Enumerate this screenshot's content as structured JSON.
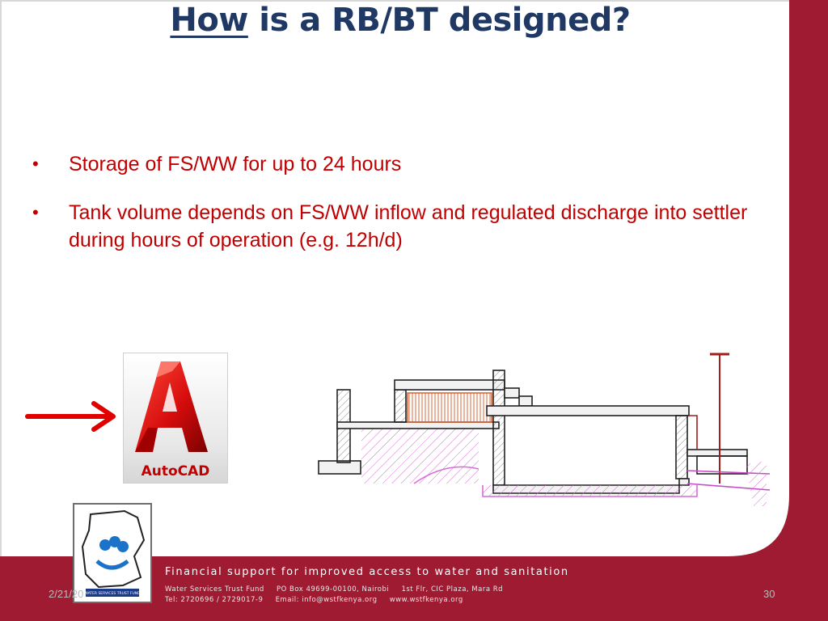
{
  "slide": {
    "title_underlined": "How",
    "title_rest": " is a RB/BT designed?",
    "bullets": [
      "Storage of FS/WW for up to 24 hours",
      "Tank volume depends on FS/WW inflow and regulated discharge into settler during hours of operation (e.g. 12h/d)"
    ],
    "bullet_symbol": "•",
    "autocad_label": "AutoCAD"
  },
  "footer": {
    "tagline": "Financial support for improved access to water and sanitation",
    "org_line1": [
      "Water Services Trust Fund",
      "PO Box 49699-00100, Nairobi",
      "1st Flr, CIC Plaza, Mara Rd"
    ],
    "org_line2": [
      "Tel: 2720696 / 2729017-9",
      "Email: info@wstfkenya.org",
      "www.wstfkenya.org"
    ],
    "logo_text": "WATER SERVICES TRUST FUND",
    "date": "2/21/20",
    "page_number": "30"
  },
  "colors": {
    "title": "#1f3864",
    "bullet_text": "#c00000",
    "frame": "#9e1b32",
    "footer_bg": "#9e1b32"
  },
  "icons": [
    "red-arrow-icon",
    "autocad-logo-icon",
    "kenya-map-logo-icon"
  ]
}
